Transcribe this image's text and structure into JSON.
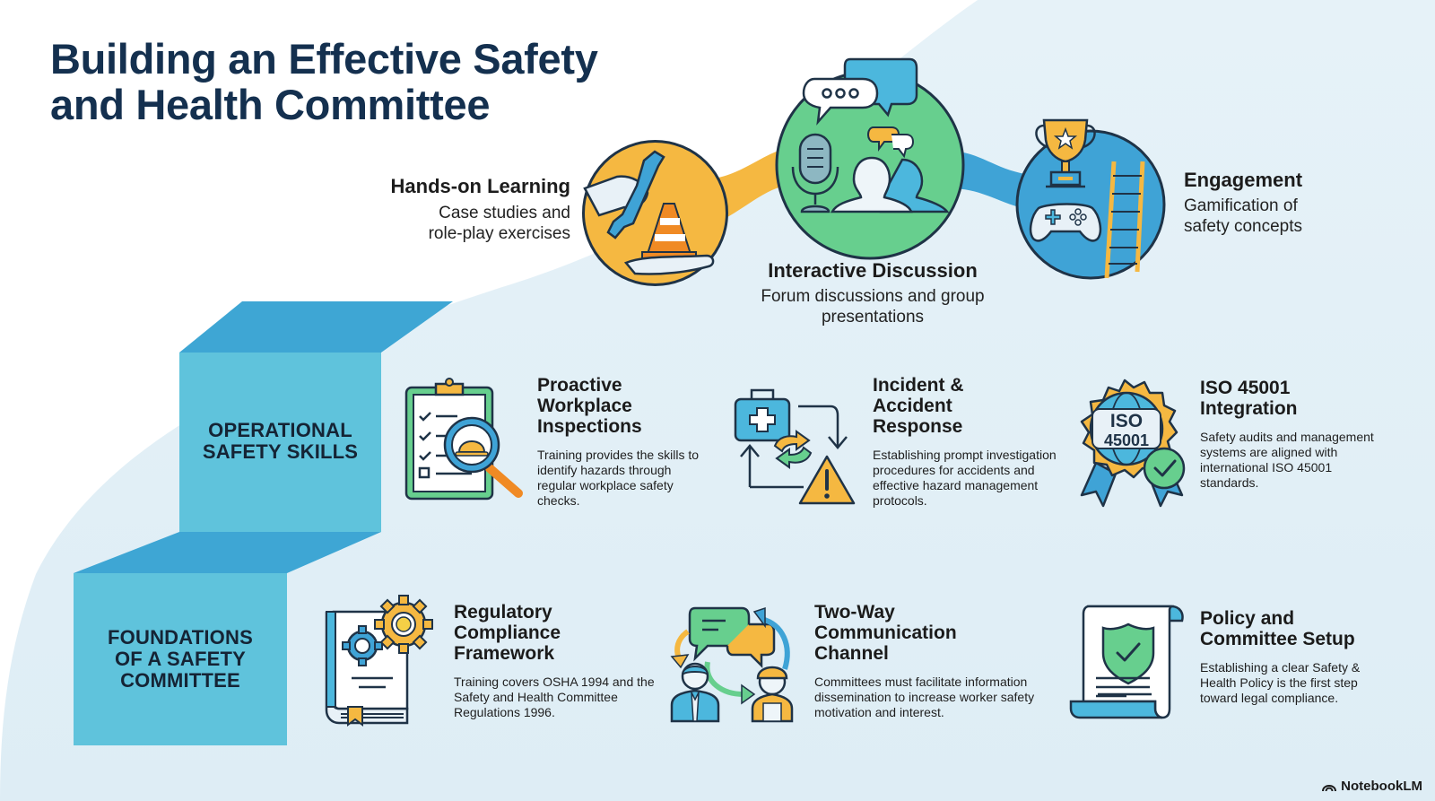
{
  "title": {
    "line1": "Building an Effective Safety",
    "line2": "and Health Committee"
  },
  "top_path": [
    {
      "id": "hands-on-learning",
      "title": "Hands-on Learning",
      "desc_line1": "Case studies and",
      "desc_line2": "role-play exercises",
      "icon": "wrench-cone-hand-icon",
      "color": "#f5b841"
    },
    {
      "id": "interactive-discussion",
      "title": "Interactive Discussion",
      "desc_line1": "Forum discussions and group",
      "desc_line2": "presentations",
      "icon": "microphone-people-chat-icon",
      "color": "#67cf8e"
    },
    {
      "id": "engagement",
      "title": "Engagement",
      "desc_line1": "Gamification of",
      "desc_line2": "safety concepts",
      "icon": "trophy-gamepad-ladder-icon",
      "color": "#3fa3d6"
    }
  ],
  "steps": {
    "upper": {
      "line1": "OPERATIONAL",
      "line2": "SAFETY SKILLS"
    },
    "lower": {
      "line1": "FOUNDATIONS",
      "line2": "OF A SAFETY",
      "line3": "COMMITTEE"
    }
  },
  "operational_cards": [
    {
      "title_lines": [
        "Proactive",
        "Workplace",
        "Inspections"
      ],
      "desc": "Training provides the skills to identify hazards through regular workplace safety checks.",
      "icon": "clipboard-magnifier-hardhat-icon"
    },
    {
      "title_lines": [
        "Incident &",
        "Accident",
        "Response"
      ],
      "desc": "Establishing prompt investigation procedures for accidents and effective hazard management protocols.",
      "icon": "firstaid-cycle-warning-icon"
    },
    {
      "title_lines": [
        "ISO 45001",
        "Integration"
      ],
      "desc": "Safety audits and management systems are aligned with international ISO 45001 standards.",
      "icon": "iso-badge-icon",
      "badge_text_1": "ISO",
      "badge_text_2": "45001"
    }
  ],
  "foundation_cards": [
    {
      "title_lines": [
        "Regulatory",
        "Compliance",
        "Framework"
      ],
      "desc": "Training covers OSHA 1994 and the Safety and Health Committee Regulations 1996.",
      "icon": "book-gears-icon"
    },
    {
      "title_lines": [
        "Two-Way",
        "Communication",
        "Channel"
      ],
      "desc": "Committees must facilitate information dissemination to increase worker safety motivation and interest.",
      "icon": "two-way-communication-icon"
    },
    {
      "title_lines": [
        "Policy and",
        "Committee Setup"
      ],
      "desc": "Establishing a clear Safety & Health Policy is the first step toward legal compliance.",
      "icon": "policy-scroll-shield-icon"
    }
  ],
  "brand": {
    "label": "NotebookLM"
  },
  "colors": {
    "title": "#14304f",
    "background_tint": "#e3f0f7",
    "step_front": "#5fc3dc",
    "step_top": "#3ea6d4",
    "yellow": "#f5b841",
    "green": "#67cf8e",
    "blue": "#3fa3d6",
    "orange": "#f08a24",
    "outline": "#1f3347"
  }
}
